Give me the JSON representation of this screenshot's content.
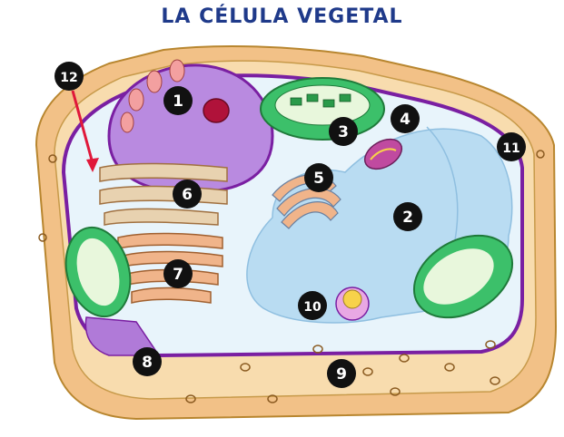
{
  "title": "LA CÉLULA VEGETAL",
  "labels": [
    "1",
    "2",
    "3",
    "4",
    "5",
    "6",
    "7",
    "8",
    "9",
    "10",
    "11",
    "12"
  ],
  "colors": {
    "title": "#1f3a8a",
    "wall": "#f2c187",
    "wall_edge": "#b8862f",
    "membrane": "#7a1fa2",
    "cytoplasm": "#e8f4fb",
    "vacuole": "#b9dcf2",
    "nucleus": "#b98ae0",
    "nucleolus": "#b0123a",
    "chloroplast": "#3cc06a",
    "mitochondrion": "#c04aa0",
    "golgi": "#f0b48a",
    "er": "#e8d2b0",
    "badge": "#111111",
    "arrow": "#e0183a"
  }
}
